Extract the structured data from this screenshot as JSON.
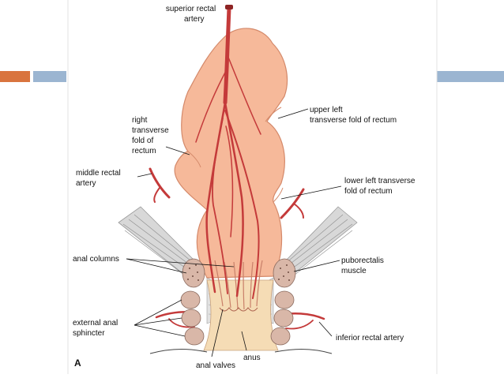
{
  "colors": {
    "accent_orange": "#d9743e",
    "accent_blue": "#9bb5d1",
    "rectum_fill": "#f6b99a",
    "rectum_stroke": "#d4896a",
    "artery": "#c43a3a",
    "artery_dark": "#8e2424",
    "anal_canal": "#f5dcb5",
    "sphincter": "#d9b7a8",
    "muscle": "#cfcfcf"
  },
  "figure": {
    "panel_letter": "A",
    "labels": {
      "superior_rectal_artery": [
        "superior rectal",
        "artery"
      ],
      "upper_left_fold": [
        "upper left",
        "transverse fold of rectum"
      ],
      "right_transverse_fold": [
        "right",
        "transverse",
        "fold of",
        "rectum"
      ],
      "middle_rectal_artery": [
        "middle rectal",
        "artery"
      ],
      "lower_left_fold": [
        "lower left transverse",
        "fold of rectum"
      ],
      "anal_columns": [
        "anal columns"
      ],
      "puborectalis_muscle": [
        "puborectalis",
        "muscle"
      ],
      "external_anal_sphincter": [
        "external anal",
        "sphincter"
      ],
      "inferior_rectal_artery": [
        "inferior rectal artery"
      ],
      "anus": [
        "anus"
      ],
      "anal_valves": [
        "anal valves"
      ]
    }
  }
}
